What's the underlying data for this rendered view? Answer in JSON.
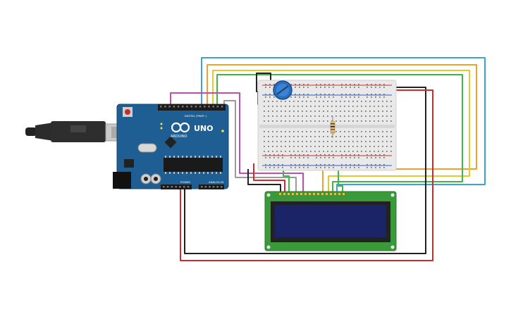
{
  "arduino": {
    "brand": "ARDUINO",
    "model": "UNO",
    "digital_label": "DIGITAL (PWM~)",
    "power_label": "POWER",
    "analog_label": "ANALOG IN",
    "board_color": "#1e5e92"
  },
  "usb_cable": {
    "color": "#222222"
  },
  "breadboard": {
    "color": "#e9e9e9"
  },
  "lcd": {
    "pcb_color": "#3a9a3a",
    "screen_color": "#1a2466"
  },
  "potentiometer": {
    "color": "#2a6fbf"
  },
  "resistor": {
    "color": "#d9c089"
  },
  "wire_colors": {
    "blue": "#3fa3d1",
    "orange": "#f0a02b",
    "yellow": "#e5c82b",
    "green": "#40b548",
    "magenta": "#c24dae",
    "gray": "#9a9a9a",
    "red": "#d12a2a",
    "black": "#222222"
  }
}
